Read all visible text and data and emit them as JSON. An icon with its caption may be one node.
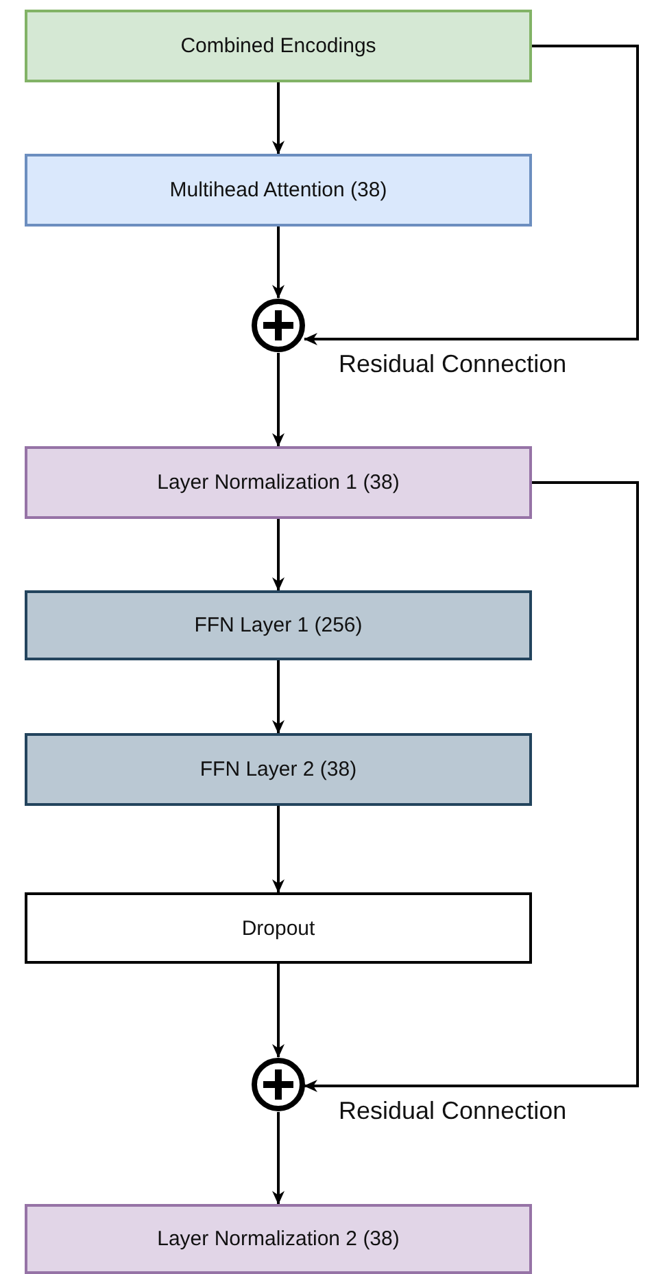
{
  "diagram": {
    "nodes": [
      {
        "text": [
          "Combined Encodings"
        ]
      },
      {
        "text": [
          "Multihead Attention (38)"
        ]
      },
      {
        "text": [],
        "shape": "circle"
      },
      {
        "text": [
          "Layer Normalization 1 (38)"
        ]
      },
      {
        "text": [
          "FFN Layer 1 (256)"
        ]
      },
      {
        "text": [
          "FFN Layer 2 (38)"
        ]
      },
      {
        "text": [
          "Dropout"
        ]
      },
      {
        "text": [],
        "shape": "circle"
      },
      {
        "text": [
          "Layer Normalization 2 (38)"
        ]
      }
    ],
    "edges": [
      {
        "from": 0,
        "to": 1,
        "arrow": "to"
      },
      {
        "from": 1,
        "to": 2,
        "arrow": "to"
      },
      {
        "from": 2,
        "to": 3,
        "arrow": "to"
      },
      {
        "from": 3,
        "to": 4,
        "arrow": "to"
      },
      {
        "from": 4,
        "to": 5,
        "arrow": "to"
      },
      {
        "from": 5,
        "to": 6,
        "arrow": "to"
      },
      {
        "from": 6,
        "to": 7,
        "arrow": "to"
      },
      {
        "from": 7,
        "to": 8,
        "arrow": "to"
      },
      {
        "from": 0,
        "to": 2,
        "arrow": "to",
        "label": "Residual Connection"
      },
      {
        "from": 3,
        "to": 7,
        "arrow": "to",
        "label": "Residual Connection"
      }
    ]
  }
}
